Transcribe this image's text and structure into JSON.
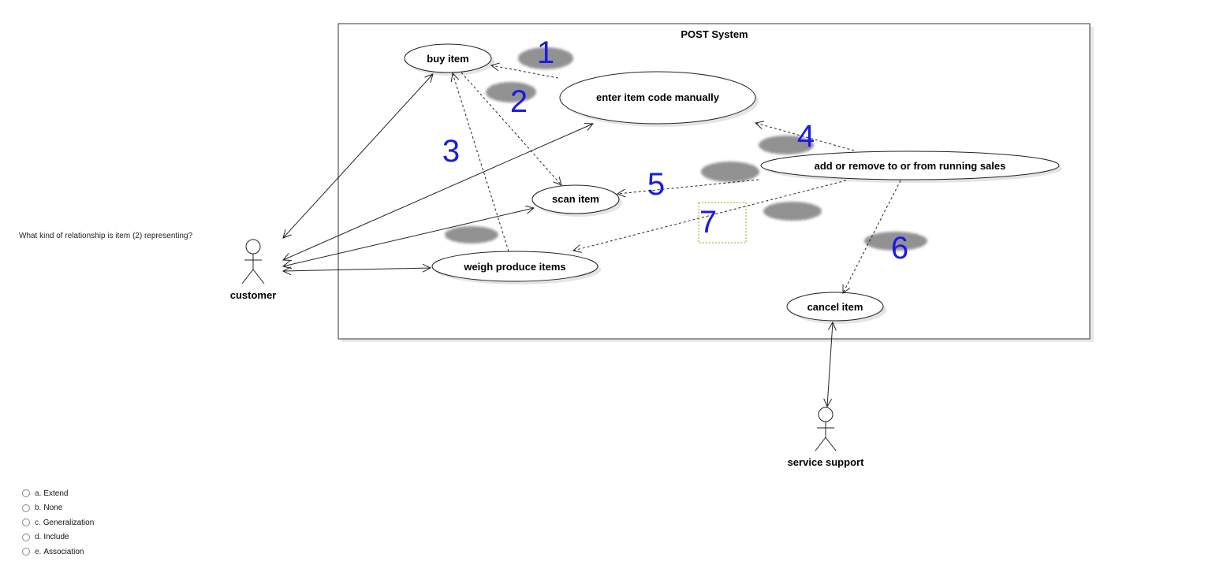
{
  "question": {
    "text": "What kind of relationship is item (2) representing?",
    "options": [
      {
        "letter": "a.",
        "label": "Extend"
      },
      {
        "letter": "b.",
        "label": "None"
      },
      {
        "letter": "c.",
        "label": "Generalization"
      },
      {
        "letter": "d.",
        "label": "Include"
      },
      {
        "letter": "e.",
        "label": "Association"
      }
    ]
  },
  "diagram": {
    "system_title": "POST System",
    "use_cases": {
      "buy_item": "buy item",
      "enter_code": "enter item code manually",
      "add_remove": "add or remove to or from running sales",
      "scan_item": "scan item",
      "weigh_produce": "weigh produce items",
      "cancel_item": "cancel item"
    },
    "actors": {
      "customer": "customer",
      "service_support": "service support"
    },
    "markers": [
      "1",
      "2",
      "3",
      "4",
      "5",
      "6",
      "7"
    ],
    "colors": {
      "marker": "#1a1ae6",
      "line": "#222222"
    }
  }
}
